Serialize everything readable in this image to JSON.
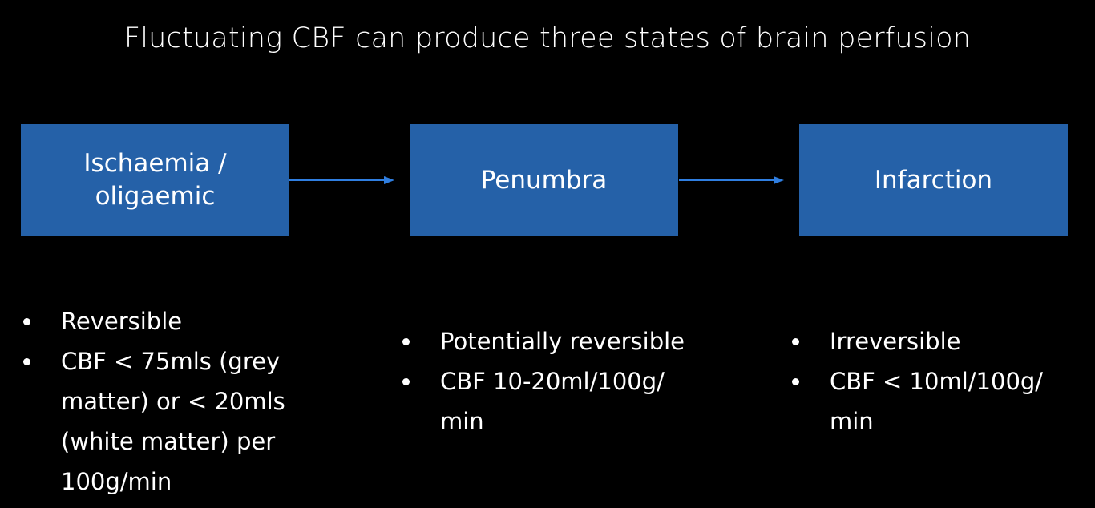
{
  "title": "Fluctuating CBF can produce three states of brain perfusion",
  "colors": {
    "background": "#000000",
    "box_fill": "#2561a8",
    "arrow": "#2f7ee0",
    "text": "#ffffff"
  },
  "states": [
    {
      "label": "Ischaemia / oligaemic",
      "bullets": [
        "Reversible",
        "CBF < 75mls (grey matter) or < 20mls (white matter) per 100g/min"
      ]
    },
    {
      "label": "Penumbra",
      "bullets": [
        "Potentially reversible",
        "CBF 10-20ml/100g/ min"
      ]
    },
    {
      "label": "Infarction",
      "bullets": [
        "Irreversible",
        "CBF < 10ml/100g/ min"
      ]
    }
  ]
}
